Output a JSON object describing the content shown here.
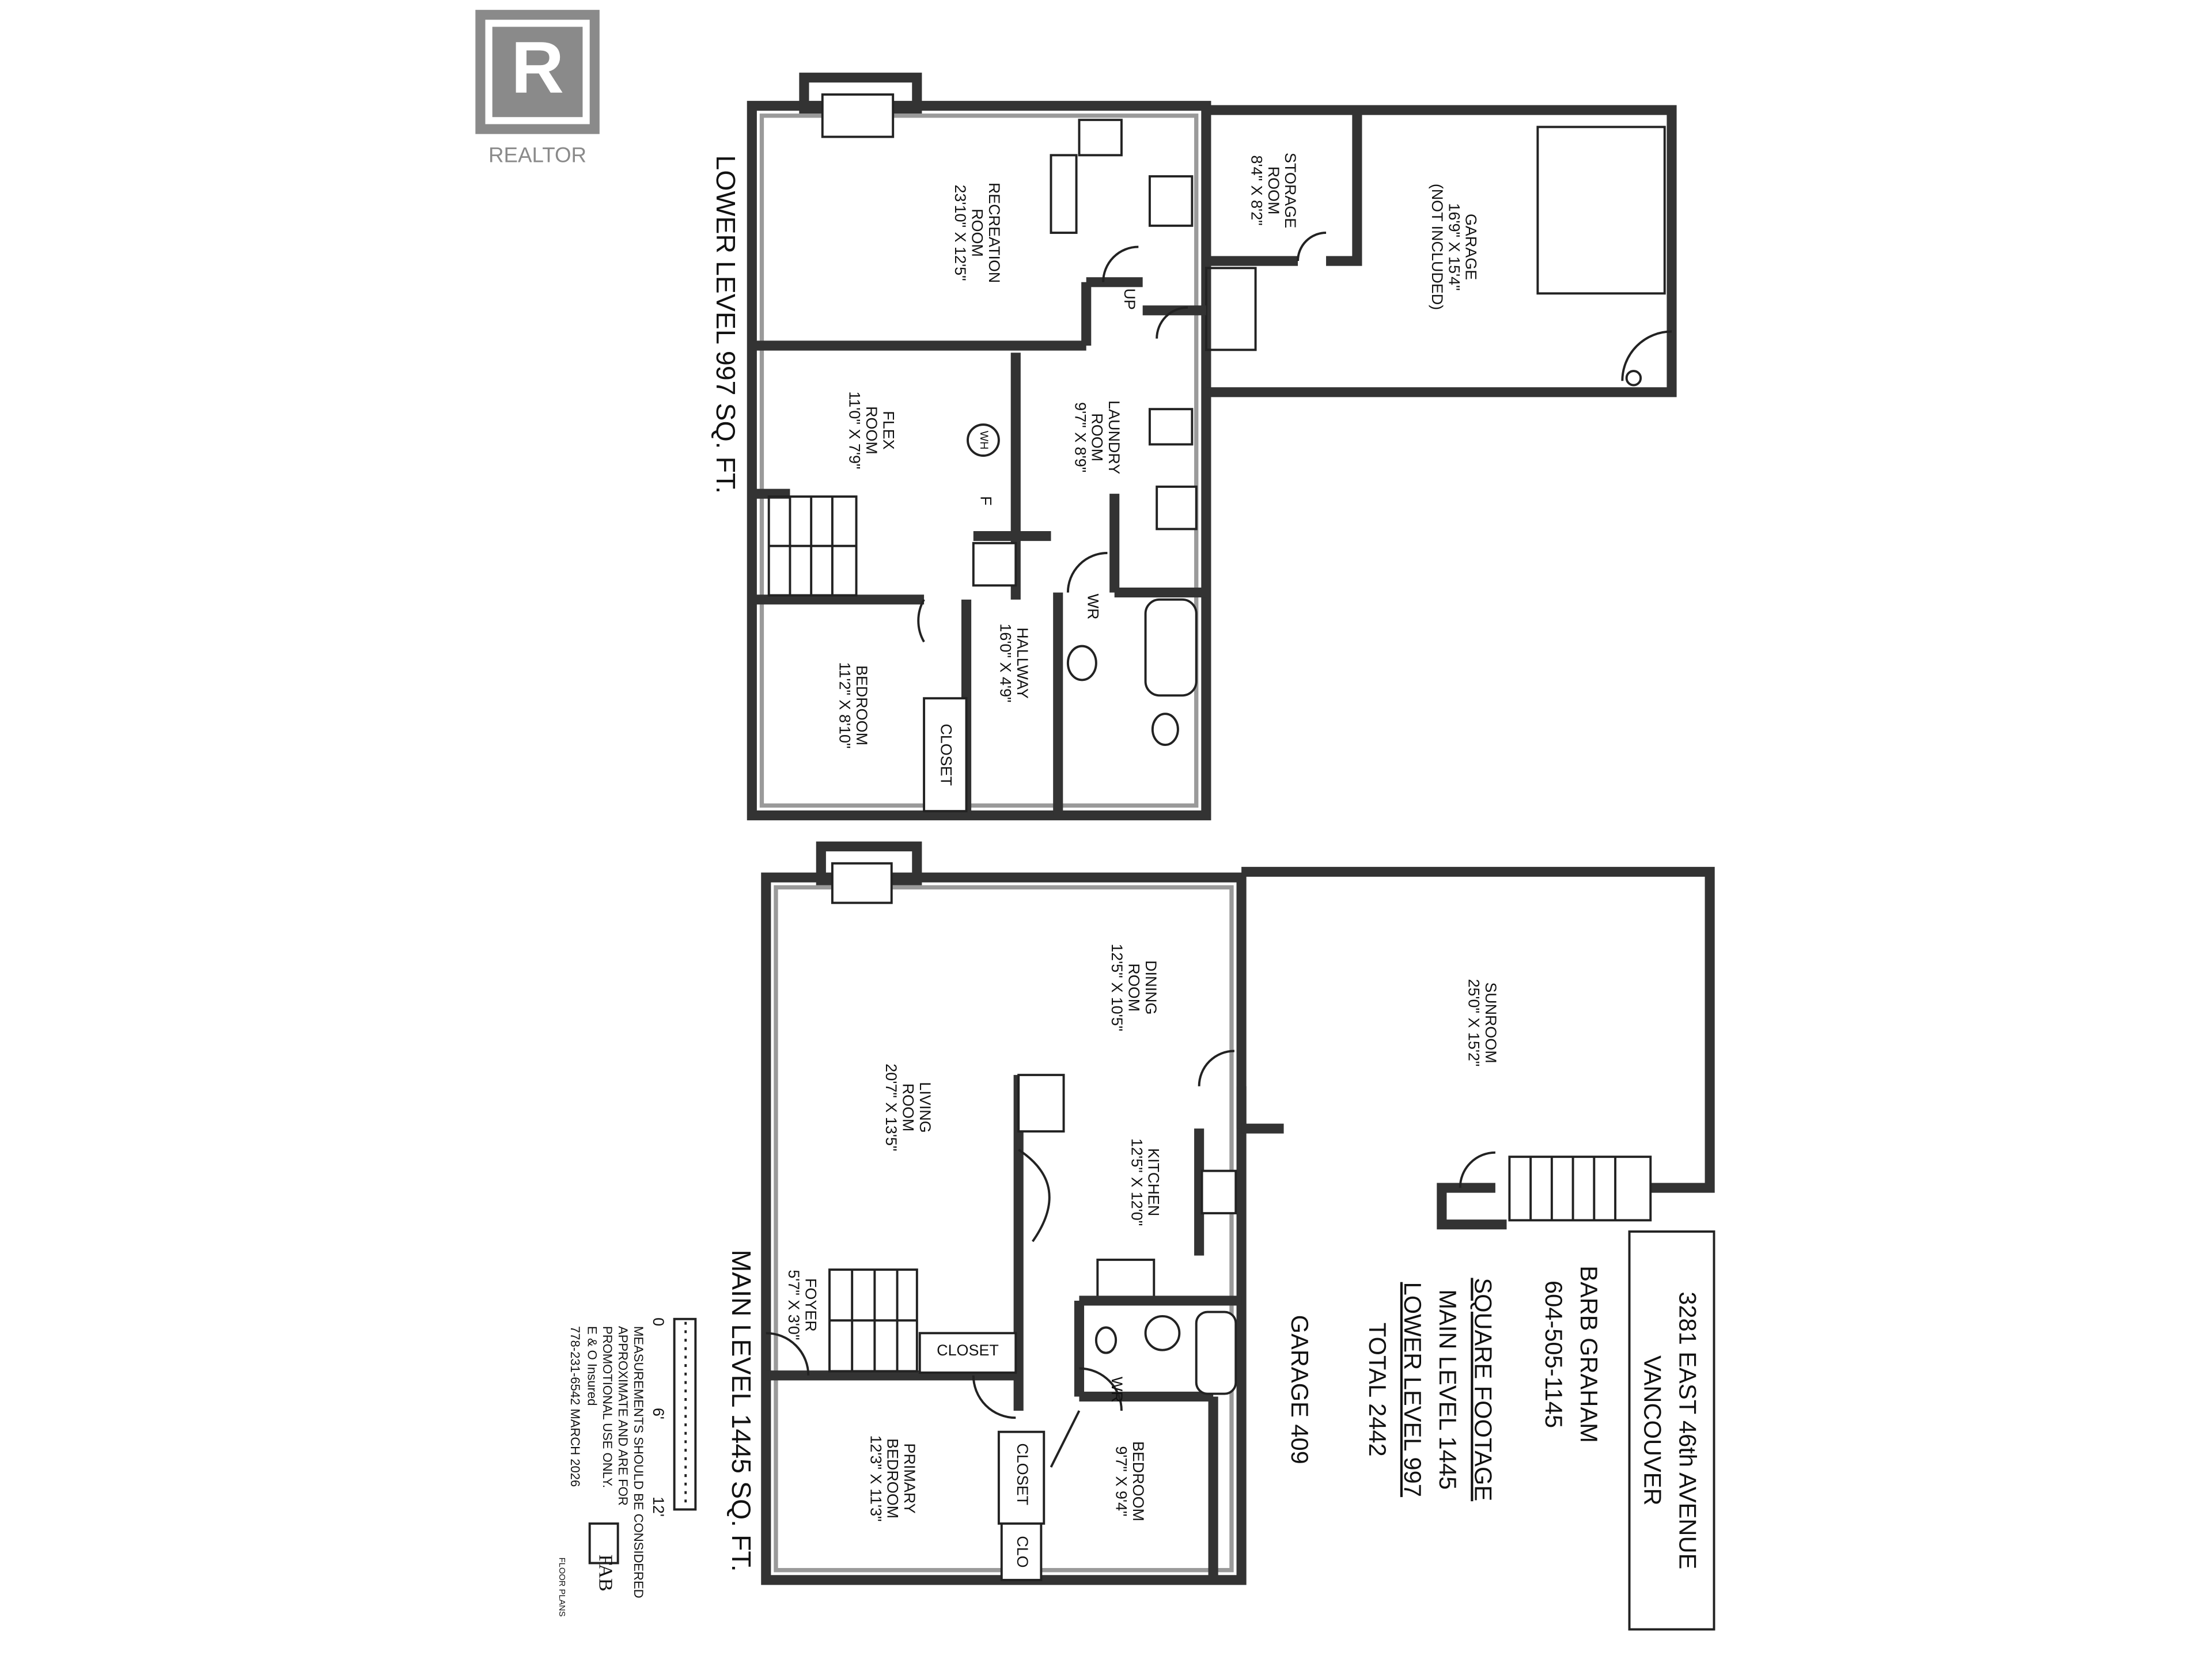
{
  "logo": {
    "text": "REALTOR",
    "mark": "R",
    "color": "#8a8a8a"
  },
  "lower_level": {
    "title": "LOWER LEVEL 997 SQ. FT.",
    "rooms": {
      "recreation": [
        "RECREATION",
        "ROOM",
        "23'10\" X 12'5\""
      ],
      "storage": [
        "STORAGE",
        "ROOM",
        "8'4\" X 8'2\""
      ],
      "garage": [
        "GARAGE",
        "16'9\" X 15'4\"",
        "(NOT INCLUDED)"
      ],
      "flex": [
        "FLEX",
        "ROOM",
        "11'0\" X 7'9\""
      ],
      "laundry": [
        "LAUNDRY",
        "ROOM",
        "9'7\" X 8'9\""
      ],
      "hallway": [
        "HALLWAY",
        "16'0\" X 4'9\""
      ],
      "bedroom": [
        "BEDROOM",
        "11'2\" X 8'10\""
      ],
      "closet": "CLOSET",
      "up": "UP",
      "wr": "WR",
      "wh": "WH",
      "f": "F"
    }
  },
  "main_level": {
    "title": "MAIN LEVEL 1445 SQ. FT.",
    "rooms": {
      "dining": [
        "DINING",
        "ROOM",
        "12'5\" X 10'5\""
      ],
      "living": [
        "LIVING",
        "ROOM",
        "20'7\" X 13'5\""
      ],
      "sunroom": [
        "SUNROOM",
        "25'0\" X 15'2\""
      ],
      "kitchen": [
        "KITCHEN",
        "12'5\" X 12'0\""
      ],
      "foyer": [
        "FOYER",
        "5'7\" X 3'0\""
      ],
      "primary": [
        "PRIMARY",
        "BEDROOM",
        "12'3\" X 11'3\""
      ],
      "bedroom": [
        "BEDROOM",
        "9'7\" X 9'4\""
      ],
      "closet1": "CLOSET",
      "closet2": "CLOSET",
      "clo": "CLO",
      "wr": "WR"
    }
  },
  "info": {
    "address": [
      "3281 EAST 46th AVENUE",
      "VANCOUVER"
    ],
    "agent": [
      "BARB GRAHAM",
      "604-505-1145"
    ],
    "sqft_heading": "SQUARE FOOTAGE",
    "main": "MAIN LEVEL 1445",
    "lower": "LOWER LEVEL 997",
    "total": "TOTAL 2442",
    "garage": "GARAGE 409"
  },
  "scale": {
    "ticks": [
      "0",
      "6'",
      "12'"
    ]
  },
  "disclaimer": [
    "MEASUREMENTS SHOULD BE CONSIDERED",
    "APPROXIMATE AND ARE FOR",
    "PROMOTIONAL USE ONLY.",
    "E & O Insured",
    "778-231-6542  MARCH 2026"
  ],
  "brand": {
    "mark": "FAB",
    "text": "FLOOR PLANS"
  }
}
